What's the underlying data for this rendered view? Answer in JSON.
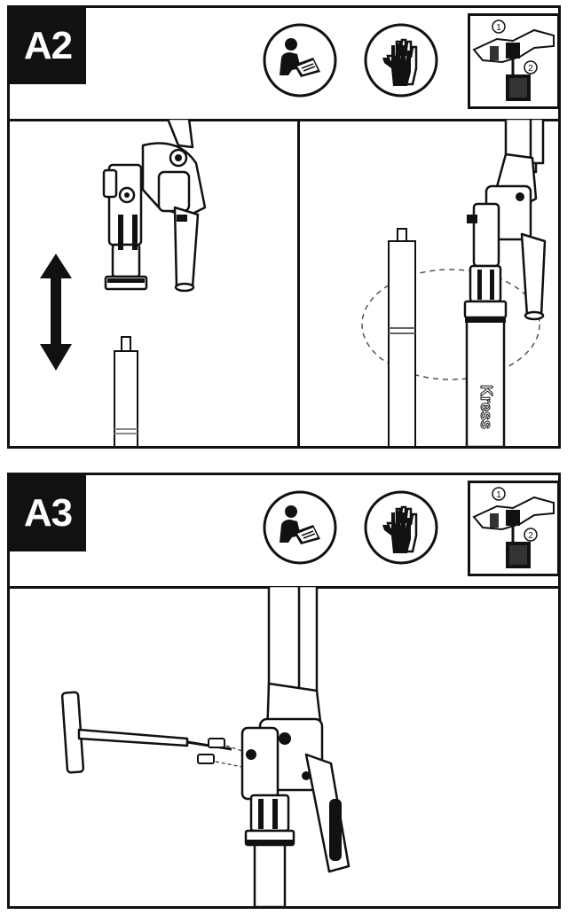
{
  "panels": [
    {
      "step": "A2"
    },
    {
      "step": "A3"
    }
  ],
  "thumbnail": {
    "marker_1": "①",
    "marker_2": "②"
  },
  "icons": {
    "read_manual": "read-manual-icon",
    "gloves": "gloves-icon",
    "double_arrow": "double-arrow-icon"
  },
  "shaft_brand": "Kress"
}
